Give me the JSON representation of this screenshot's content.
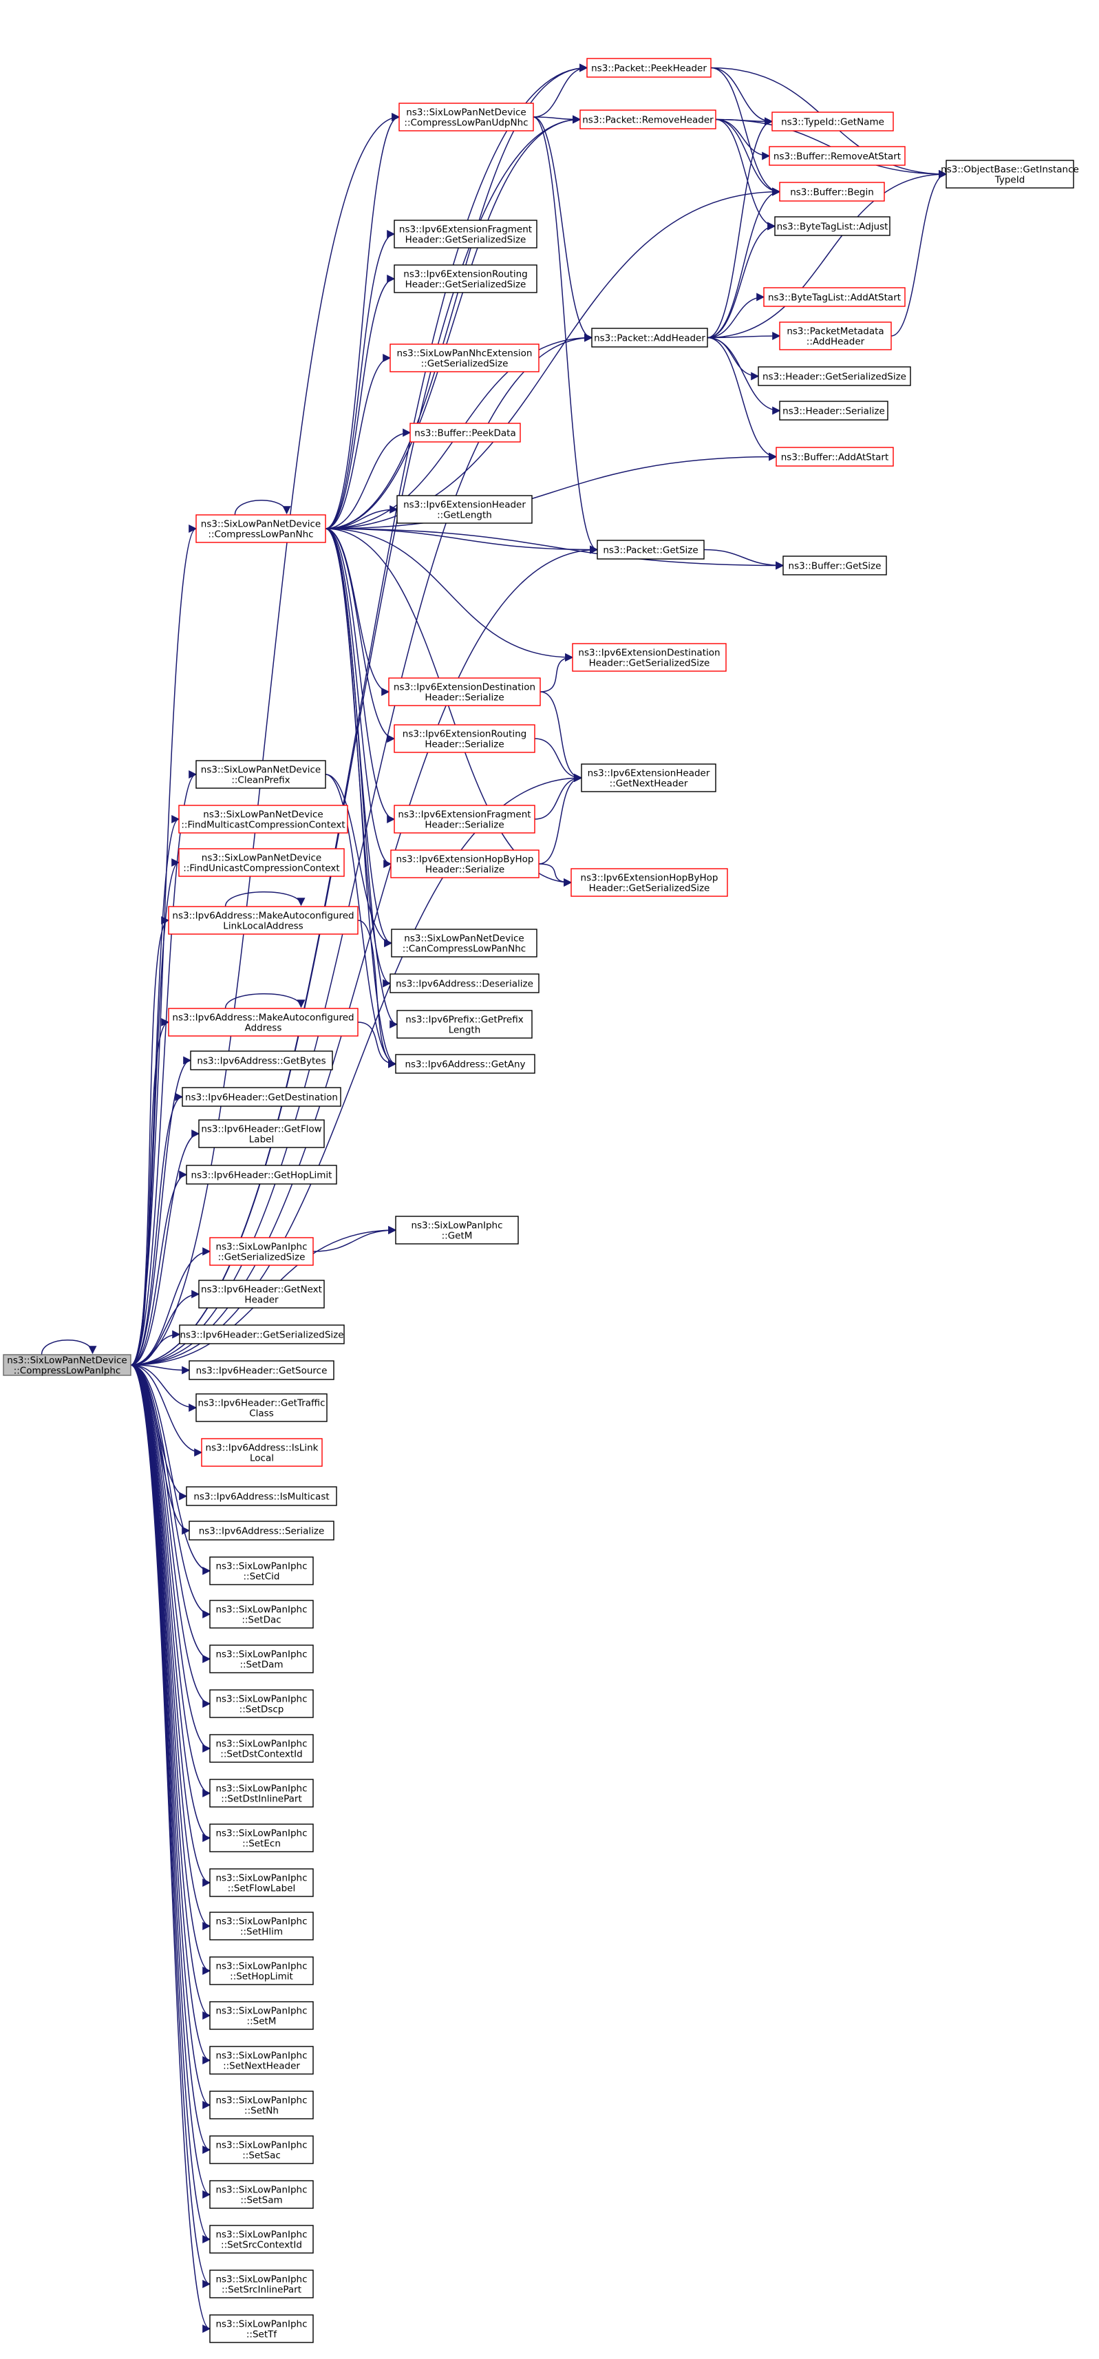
{
  "colors": {
    "edge": "#191970",
    "border_default": "#000000",
    "border_truncated": "#ff0000",
    "root_fill": "#bfbfbf",
    "root_border": "#666666"
  },
  "nodes": [
    {
      "id": "root",
      "lines": [
        "ns3::SixLowPanNetDevice",
        "::CompressLowPanIphc"
      ],
      "kind": "root"
    },
    {
      "id": "cnhc",
      "lines": [
        "ns3::SixLowPanNetDevice",
        "::CompressLowPanNhc"
      ],
      "kind": "red"
    },
    {
      "id": "cudp",
      "lines": [
        "ns3::SixLowPanNetDevice",
        "::CompressLowPanUdpNhc"
      ],
      "kind": "red"
    },
    {
      "id": "peek",
      "lines": [
        "ns3::Packet::PeekHeader"
      ],
      "kind": "red"
    },
    {
      "id": "remove",
      "lines": [
        "ns3::Packet::RemoveHeader"
      ],
      "kind": "red"
    },
    {
      "id": "typeid",
      "lines": [
        "ns3::TypeId::GetName"
      ],
      "kind": "red"
    },
    {
      "id": "rmstart",
      "lines": [
        "ns3::Buffer::RemoveAtStart"
      ],
      "kind": "red"
    },
    {
      "id": "begin",
      "lines": [
        "ns3::Buffer::Begin"
      ],
      "kind": "red"
    },
    {
      "id": "adjust",
      "lines": [
        "ns3::ByteTagList::Adjust"
      ],
      "kind": "black"
    },
    {
      "id": "objbase",
      "lines": [
        "ns3::ObjectBase::GetInstance",
        "TypeId"
      ],
      "kind": "black"
    },
    {
      "id": "fragsz",
      "lines": [
        "ns3::Ipv6ExtensionFragment",
        "Header::GetSerializedSize"
      ],
      "kind": "black"
    },
    {
      "id": "routsz",
      "lines": [
        "ns3::Ipv6ExtensionRouting",
        "Header::GetSerializedSize"
      ],
      "kind": "black"
    },
    {
      "id": "addhdr",
      "lines": [
        "ns3::Packet::AddHeader"
      ],
      "kind": "black"
    },
    {
      "id": "btladd",
      "lines": [
        "ns3::ByteTagList::AddAtStart"
      ],
      "kind": "red"
    },
    {
      "id": "pmeta",
      "lines": [
        "ns3::PacketMetadata",
        "::AddHeader"
      ],
      "kind": "red"
    },
    {
      "id": "hdrsz",
      "lines": [
        "ns3::Header::GetSerializedSize"
      ],
      "kind": "black"
    },
    {
      "id": "hdrser",
      "lines": [
        "ns3::Header::Serialize"
      ],
      "kind": "black"
    },
    {
      "id": "nhcext",
      "lines": [
        "ns3::SixLowPanNhcExtension",
        "::GetSerializedSize"
      ],
      "kind": "red"
    },
    {
      "id": "peekdata",
      "lines": [
        "ns3::Buffer::PeekData"
      ],
      "kind": "red"
    },
    {
      "id": "bufadd",
      "lines": [
        "ns3::Buffer::AddAtStart"
      ],
      "kind": "red"
    },
    {
      "id": "extlen",
      "lines": [
        "ns3::Ipv6ExtensionHeader",
        "::GetLength"
      ],
      "kind": "black"
    },
    {
      "id": "pktsize",
      "lines": [
        "ns3::Packet::GetSize"
      ],
      "kind": "black"
    },
    {
      "id": "bufsize",
      "lines": [
        "ns3::Buffer::GetSize"
      ],
      "kind": "black"
    },
    {
      "id": "destsz",
      "lines": [
        "ns3::Ipv6ExtensionDestination",
        "Header::GetSerializedSize"
      ],
      "kind": "red"
    },
    {
      "id": "destser",
      "lines": [
        "ns3::Ipv6ExtensionDestination",
        "Header::Serialize"
      ],
      "kind": "red"
    },
    {
      "id": "routser",
      "lines": [
        "ns3::Ipv6ExtensionRouting",
        "Header::Serialize"
      ],
      "kind": "red"
    },
    {
      "id": "nexthdr",
      "lines": [
        "ns3::Ipv6ExtensionHeader",
        "::GetNextHeader"
      ],
      "kind": "black"
    },
    {
      "id": "cleanprefix",
      "lines": [
        "ns3::SixLowPanNetDevice",
        "::CleanPrefix"
      ],
      "kind": "black"
    },
    {
      "id": "findmc",
      "lines": [
        "ns3::SixLowPanNetDevice",
        "::FindMulticastCompressionContext"
      ],
      "kind": "red"
    },
    {
      "id": "findu",
      "lines": [
        "ns3::SixLowPanNetDevice",
        "::FindUnicastCompressionContext"
      ],
      "kind": "red"
    },
    {
      "id": "fragser",
      "lines": [
        "ns3::Ipv6ExtensionFragment",
        "Header::Serialize"
      ],
      "kind": "red"
    },
    {
      "id": "hopser",
      "lines": [
        "ns3::Ipv6ExtensionHopByHop",
        "Header::Serialize"
      ],
      "kind": "red"
    },
    {
      "id": "hopsz",
      "lines": [
        "ns3::Ipv6ExtensionHopByHop",
        "Header::GetSerializedSize"
      ],
      "kind": "red"
    },
    {
      "id": "mkll",
      "lines": [
        "ns3::Ipv6Address::MakeAutoconfigured",
        "LinkLocalAddress"
      ],
      "kind": "red"
    },
    {
      "id": "cancomp",
      "lines": [
        "ns3::SixLowPanNetDevice",
        "::CanCompressLowPanNhc"
      ],
      "kind": "black"
    },
    {
      "id": "deser",
      "lines": [
        "ns3::Ipv6Address::Deserialize"
      ],
      "kind": "black"
    },
    {
      "id": "mka",
      "lines": [
        "ns3::Ipv6Address::MakeAutoconfigured",
        "Address"
      ],
      "kind": "red"
    },
    {
      "id": "prefixlen",
      "lines": [
        "ns3::Ipv6Prefix::GetPrefix",
        "Length"
      ],
      "kind": "black"
    },
    {
      "id": "getany",
      "lines": [
        "ns3::Ipv6Address::GetAny"
      ],
      "kind": "black"
    },
    {
      "id": "getbytes",
      "lines": [
        "ns3::Ipv6Address::GetBytes"
      ],
      "kind": "black"
    },
    {
      "id": "getdest",
      "lines": [
        "ns3::Ipv6Header::GetDestination"
      ],
      "kind": "black"
    },
    {
      "id": "getflow",
      "lines": [
        "ns3::Ipv6Header::GetFlow",
        "Label"
      ],
      "kind": "black"
    },
    {
      "id": "gethop",
      "lines": [
        "ns3::Ipv6Header::GetHopLimit"
      ],
      "kind": "black"
    },
    {
      "id": "getm",
      "lines": [
        "ns3::SixLowPanIphc",
        "::GetM"
      ],
      "kind": "black"
    },
    {
      "id": "iphcsz",
      "lines": [
        "ns3::SixLowPanIphc",
        "::GetSerializedSize"
      ],
      "kind": "red"
    },
    {
      "id": "getnext",
      "lines": [
        "ns3::Ipv6Header::GetNext",
        "Header"
      ],
      "kind": "black"
    },
    {
      "id": "ipv6sz",
      "lines": [
        "ns3::Ipv6Header::GetSerializedSize"
      ],
      "kind": "black"
    },
    {
      "id": "getsrc",
      "lines": [
        "ns3::Ipv6Header::GetSource"
      ],
      "kind": "black"
    },
    {
      "id": "gettc",
      "lines": [
        "ns3::Ipv6Header::GetTraffic",
        "Class"
      ],
      "kind": "black"
    },
    {
      "id": "islink",
      "lines": [
        "ns3::Ipv6Address::IsLink",
        "Local"
      ],
      "kind": "red"
    },
    {
      "id": "ismc",
      "lines": [
        "ns3::Ipv6Address::IsMulticast"
      ],
      "kind": "black"
    },
    {
      "id": "addrser",
      "lines": [
        "ns3::Ipv6Address::Serialize"
      ],
      "kind": "black"
    },
    {
      "id": "setcid",
      "lines": [
        "ns3::SixLowPanIphc",
        "::SetCid"
      ],
      "kind": "black"
    },
    {
      "id": "setdac",
      "lines": [
        "ns3::SixLowPanIphc",
        "::SetDac"
      ],
      "kind": "black"
    },
    {
      "id": "setdam",
      "lines": [
        "ns3::SixLowPanIphc",
        "::SetDam"
      ],
      "kind": "black"
    },
    {
      "id": "setdscp",
      "lines": [
        "ns3::SixLowPanIphc",
        "::SetDscp"
      ],
      "kind": "black"
    },
    {
      "id": "setdstctx",
      "lines": [
        "ns3::SixLowPanIphc",
        "::SetDstContextId"
      ],
      "kind": "black"
    },
    {
      "id": "setdstin",
      "lines": [
        "ns3::SixLowPanIphc",
        "::SetDstInlinePart"
      ],
      "kind": "black"
    },
    {
      "id": "setecn",
      "lines": [
        "ns3::SixLowPanIphc",
        "::SetEcn"
      ],
      "kind": "black"
    },
    {
      "id": "setflow",
      "lines": [
        "ns3::SixLowPanIphc",
        "::SetFlowLabel"
      ],
      "kind": "black"
    },
    {
      "id": "sethlim",
      "lines": [
        "ns3::SixLowPanIphc",
        "::SetHlim"
      ],
      "kind": "black"
    },
    {
      "id": "sethoplim",
      "lines": [
        "ns3::SixLowPanIphc",
        "::SetHopLimit"
      ],
      "kind": "black"
    },
    {
      "id": "setm",
      "lines": [
        "ns3::SixLowPanIphc",
        "::SetM"
      ],
      "kind": "black"
    },
    {
      "id": "setnexthdr",
      "lines": [
        "ns3::SixLowPanIphc",
        "::SetNextHeader"
      ],
      "kind": "black"
    },
    {
      "id": "setnh",
      "lines": [
        "ns3::SixLowPanIphc",
        "::SetNh"
      ],
      "kind": "black"
    },
    {
      "id": "setsac",
      "lines": [
        "ns3::SixLowPanIphc",
        "::SetSac"
      ],
      "kind": "black"
    },
    {
      "id": "setsam",
      "lines": [
        "ns3::SixLowPanIphc",
        "::SetSam"
      ],
      "kind": "black"
    },
    {
      "id": "setsrcctx",
      "lines": [
        "ns3::SixLowPanIphc",
        "::SetSrcContextId"
      ],
      "kind": "black"
    },
    {
      "id": "setsrcin",
      "lines": [
        "ns3::SixLowPanIphc",
        "::SetSrcInlinePart"
      ],
      "kind": "black"
    },
    {
      "id": "settf",
      "lines": [
        "ns3::SixLowPanIphc",
        "::SetTf"
      ],
      "kind": "black"
    }
  ],
  "edges": [
    [
      "root",
      "root"
    ],
    [
      "root",
      "cnhc"
    ],
    [
      "root",
      "cudp"
    ],
    [
      "root",
      "peek"
    ],
    [
      "root",
      "remove"
    ],
    [
      "root",
      "addhdr"
    ],
    [
      "root",
      "pktsize"
    ],
    [
      "root",
      "nexthdr"
    ],
    [
      "root",
      "cleanprefix"
    ],
    [
      "root",
      "findmc"
    ],
    [
      "root",
      "findu"
    ],
    [
      "root",
      "mkll"
    ],
    [
      "root",
      "mka"
    ],
    [
      "root",
      "getbytes"
    ],
    [
      "root",
      "getdest"
    ],
    [
      "root",
      "getflow"
    ],
    [
      "root",
      "gethop"
    ],
    [
      "root",
      "getm"
    ],
    [
      "root",
      "iphcsz"
    ],
    [
      "root",
      "getnext"
    ],
    [
      "root",
      "ipv6sz"
    ],
    [
      "root",
      "getsrc"
    ],
    [
      "root",
      "gettc"
    ],
    [
      "root",
      "islink"
    ],
    [
      "root",
      "ismc"
    ],
    [
      "root",
      "addrser"
    ],
    [
      "root",
      "setcid"
    ],
    [
      "root",
      "setdac"
    ],
    [
      "root",
      "setdam"
    ],
    [
      "root",
      "setdscp"
    ],
    [
      "root",
      "setdstctx"
    ],
    [
      "root",
      "setdstin"
    ],
    [
      "root",
      "setecn"
    ],
    [
      "root",
      "setflow"
    ],
    [
      "root",
      "sethlim"
    ],
    [
      "root",
      "sethoplim"
    ],
    [
      "root",
      "setm"
    ],
    [
      "root",
      "setnexthdr"
    ],
    [
      "root",
      "setnh"
    ],
    [
      "root",
      "setsac"
    ],
    [
      "root",
      "setsam"
    ],
    [
      "root",
      "setsrcctx"
    ],
    [
      "root",
      "setsrcin"
    ],
    [
      "root",
      "settf"
    ],
    [
      "cnhc",
      "cnhc"
    ],
    [
      "cnhc",
      "cudp"
    ],
    [
      "cnhc",
      "peek"
    ],
    [
      "cnhc",
      "remove"
    ],
    [
      "cnhc",
      "begin"
    ],
    [
      "cnhc",
      "fragsz"
    ],
    [
      "cnhc",
      "routsz"
    ],
    [
      "cnhc",
      "addhdr"
    ],
    [
      "cnhc",
      "nhcext"
    ],
    [
      "cnhc",
      "peekdata"
    ],
    [
      "cnhc",
      "bufadd"
    ],
    [
      "cnhc",
      "extlen"
    ],
    [
      "cnhc",
      "pktsize"
    ],
    [
      "cnhc",
      "bufsize"
    ],
    [
      "cnhc",
      "destsz"
    ],
    [
      "cnhc",
      "destser"
    ],
    [
      "cnhc",
      "routser"
    ],
    [
      "cnhc",
      "fragser"
    ],
    [
      "cnhc",
      "hopser"
    ],
    [
      "cnhc",
      "hopsz"
    ],
    [
      "cnhc",
      "cancomp"
    ],
    [
      "cnhc",
      "deser"
    ],
    [
      "cnhc",
      "prefixlen"
    ],
    [
      "cnhc",
      "getany"
    ],
    [
      "cudp",
      "peek"
    ],
    [
      "cudp",
      "remove"
    ],
    [
      "cudp",
      "addhdr"
    ],
    [
      "cudp",
      "pktsize"
    ],
    [
      "peek",
      "typeid"
    ],
    [
      "peek",
      "begin"
    ],
    [
      "peek",
      "objbase"
    ],
    [
      "remove",
      "typeid"
    ],
    [
      "remove",
      "rmstart"
    ],
    [
      "remove",
      "begin"
    ],
    [
      "remove",
      "adjust"
    ],
    [
      "remove",
      "objbase"
    ],
    [
      "addhdr",
      "typeid"
    ],
    [
      "addhdr",
      "begin"
    ],
    [
      "addhdr",
      "adjust"
    ],
    [
      "addhdr",
      "objbase"
    ],
    [
      "addhdr",
      "btladd"
    ],
    [
      "addhdr",
      "pmeta"
    ],
    [
      "addhdr",
      "hdrsz"
    ],
    [
      "addhdr",
      "hdrser"
    ],
    [
      "addhdr",
      "bufadd"
    ],
    [
      "pmeta",
      "objbase"
    ],
    [
      "pktsize",
      "bufsize"
    ],
    [
      "destser",
      "destsz"
    ],
    [
      "destser",
      "nexthdr"
    ],
    [
      "routser",
      "nexthdr"
    ],
    [
      "fragser",
      "nexthdr"
    ],
    [
      "hopser",
      "nexthdr"
    ],
    [
      "hopser",
      "hopsz"
    ],
    [
      "cleanprefix",
      "cancomp"
    ],
    [
      "cleanprefix",
      "getany"
    ],
    [
      "mkll",
      "mkll"
    ],
    [
      "mkll",
      "getany"
    ],
    [
      "mka",
      "mka"
    ],
    [
      "mka",
      "getany"
    ],
    [
      "iphcsz",
      "getm"
    ]
  ]
}
